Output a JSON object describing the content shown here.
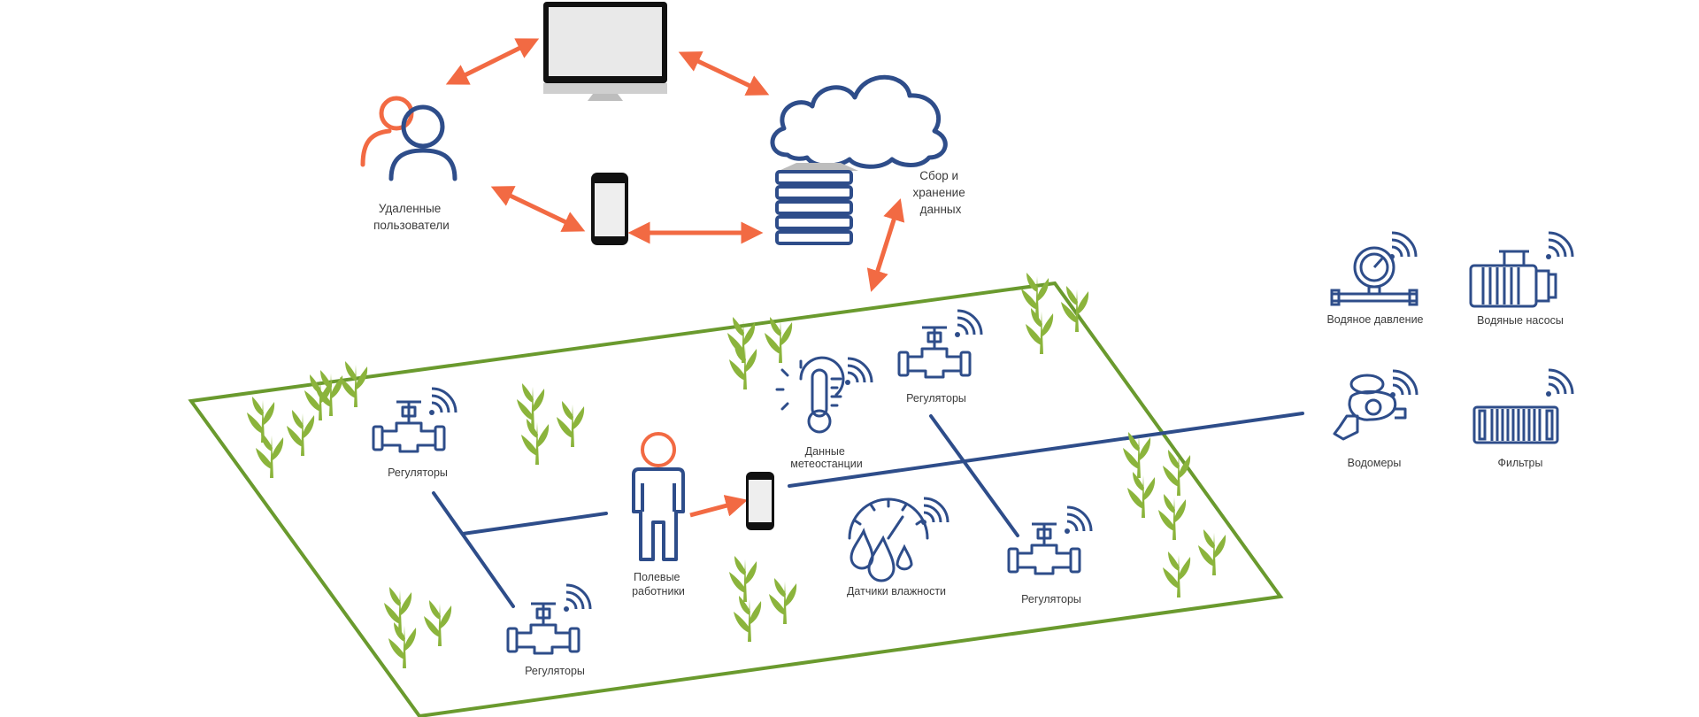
{
  "labels": {
    "remote_users": [
      "Удаленные",
      "пользователи"
    ],
    "data_storage": [
      "Сбор и",
      "хранение",
      "данных"
    ],
    "field_workers": [
      "Полевые",
      "работники"
    ],
    "weather_station": [
      "Данные",
      "метеостанции"
    ],
    "regulators": "Регуляторы",
    "moisture_sensors": "Датчики влажности",
    "water_pressure": "Водяное давление",
    "water_pumps": "Водяные насосы",
    "water_meters": "Водомеры",
    "filters": "Фильтры"
  },
  "colors": {
    "arrow_orange": "#f26a43",
    "device_blue": "#2e4d8a",
    "field_green": "#6a9a2e",
    "plant_green": "#8bb43c",
    "user_orange": "#f26a43"
  },
  "icons": [
    "desktop-monitor-icon",
    "users-icon",
    "smartphone-icon",
    "cloud-icon",
    "server-stack-icon",
    "valve-icon",
    "weather-station-icon",
    "moisture-gauge-icon",
    "person-icon",
    "pressure-gauge-icon",
    "water-pump-icon",
    "water-meter-icon",
    "filter-icon",
    "wifi-signal-icon",
    "plant-icon"
  ]
}
